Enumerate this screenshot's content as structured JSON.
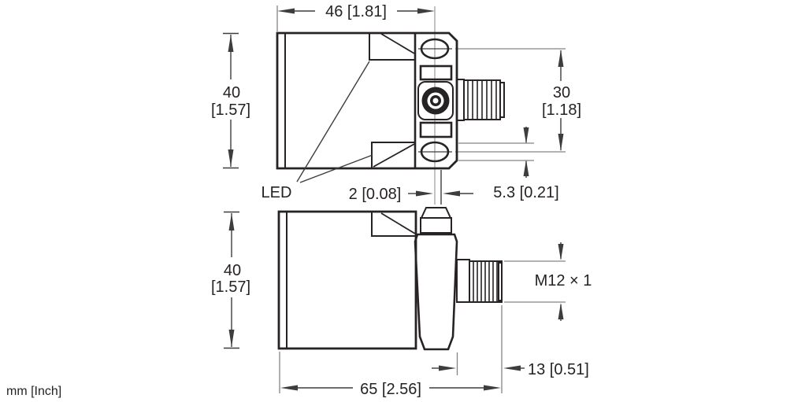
{
  "drawing": {
    "description": "Rectangular proximity sensor dimension drawing, two views",
    "units_label": "mm [Inch]",
    "front_view": {
      "width": "46 [1.81]",
      "height_mm": "40",
      "height_in": "[1.57]",
      "hole_spacing_mm": "30",
      "hole_spacing_in": "[1.18]",
      "led_label": "LED",
      "hole_offset": "2 [0.08]",
      "hole_diameter": "5.3 [0.21]"
    },
    "side_view": {
      "height_mm": "40",
      "height_in": "[1.57]",
      "length": "65 [2.56]",
      "connector_length": "13 [0.51]",
      "thread_label": "M12 × 1"
    },
    "colors": {
      "line": "#272324",
      "dim": "#3d3d3d",
      "extension": "#848484",
      "centerline": "#a3a3a3",
      "text": "#262223",
      "background": "#ffffff"
    }
  }
}
